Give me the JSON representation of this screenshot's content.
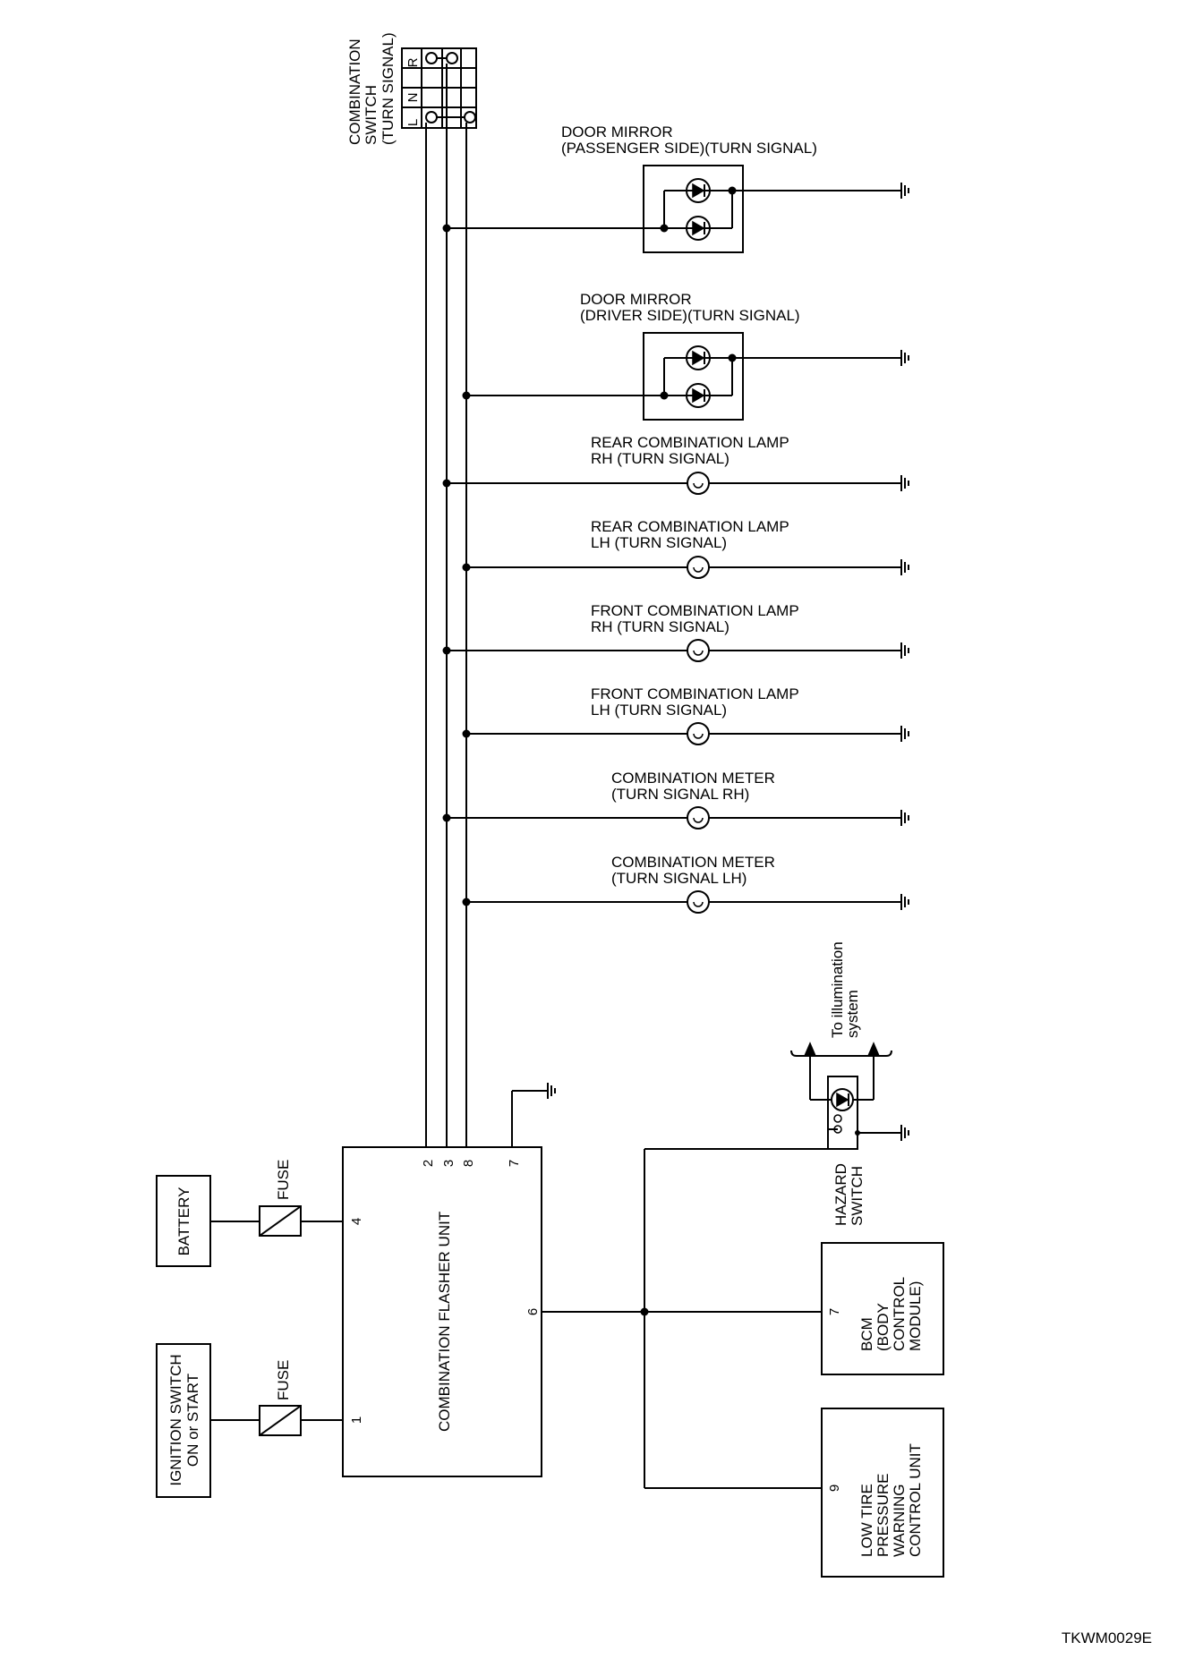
{
  "combination_switch": {
    "title_line1": "COMBINATION",
    "title_line2": "SWITCH",
    "title_line3": "(TURN SIGNAL)",
    "positions": [
      "L",
      "N",
      "R"
    ]
  },
  "loads": [
    {
      "line1": "DOOR MIRROR",
      "line2": "(PASSENGER SIDE)(TURN SIGNAL)",
      "kind": "led-pair",
      "wire": "3"
    },
    {
      "line1": "DOOR MIRROR",
      "line2": "(DRIVER SIDE)(TURN SIGNAL)",
      "kind": "led-pair",
      "wire": "8"
    },
    {
      "line1": "REAR COMBINATION LAMP",
      "line2": "RH (TURN SIGNAL)",
      "kind": "bulb",
      "wire": "3"
    },
    {
      "line1": "REAR COMBINATION LAMP",
      "line2": "LH (TURN SIGNAL)",
      "kind": "bulb",
      "wire": "8"
    },
    {
      "line1": "FRONT COMBINATION LAMP",
      "line2": "RH (TURN SIGNAL)",
      "kind": "bulb",
      "wire": "3"
    },
    {
      "line1": "FRONT COMBINATION LAMP",
      "line2": "LH (TURN SIGNAL)",
      "kind": "bulb",
      "wire": "8"
    },
    {
      "line1": "COMBINATION METER",
      "line2": "(TURN SIGNAL RH)",
      "kind": "bulb",
      "wire": "3"
    },
    {
      "line1": "COMBINATION METER",
      "line2": "(TURN SIGNAL LH)",
      "kind": "bulb",
      "wire": "8"
    }
  ],
  "flasher_unit": {
    "label": "COMBINATION FLASHER UNIT",
    "pins": {
      "ign": "1",
      "bat": "4",
      "sw_l": "2",
      "sw_r": "3",
      "wire8": "8",
      "gnd": "7",
      "hazard": "6"
    }
  },
  "battery": {
    "label": "BATTERY"
  },
  "ignition": {
    "line1": "IGNITION SWITCH",
    "line2": "ON or START"
  },
  "fuse_label": "FUSE",
  "hazard_switch": {
    "line1": "HAZARD",
    "line2": "SWITCH"
  },
  "illumination": {
    "line1": "To illumination",
    "line2": "system"
  },
  "bcm": {
    "pin": "7",
    "line1": "BCM",
    "line2": "(BODY",
    "line3": "CONTROL",
    "line4": "MODULE)"
  },
  "tpms": {
    "pin": "9",
    "line1": "LOW TIRE",
    "line2": "PRESSURE",
    "line3": "WARNING",
    "line4": "CONTROL UNIT"
  },
  "footer_code": "TKWM0029E"
}
